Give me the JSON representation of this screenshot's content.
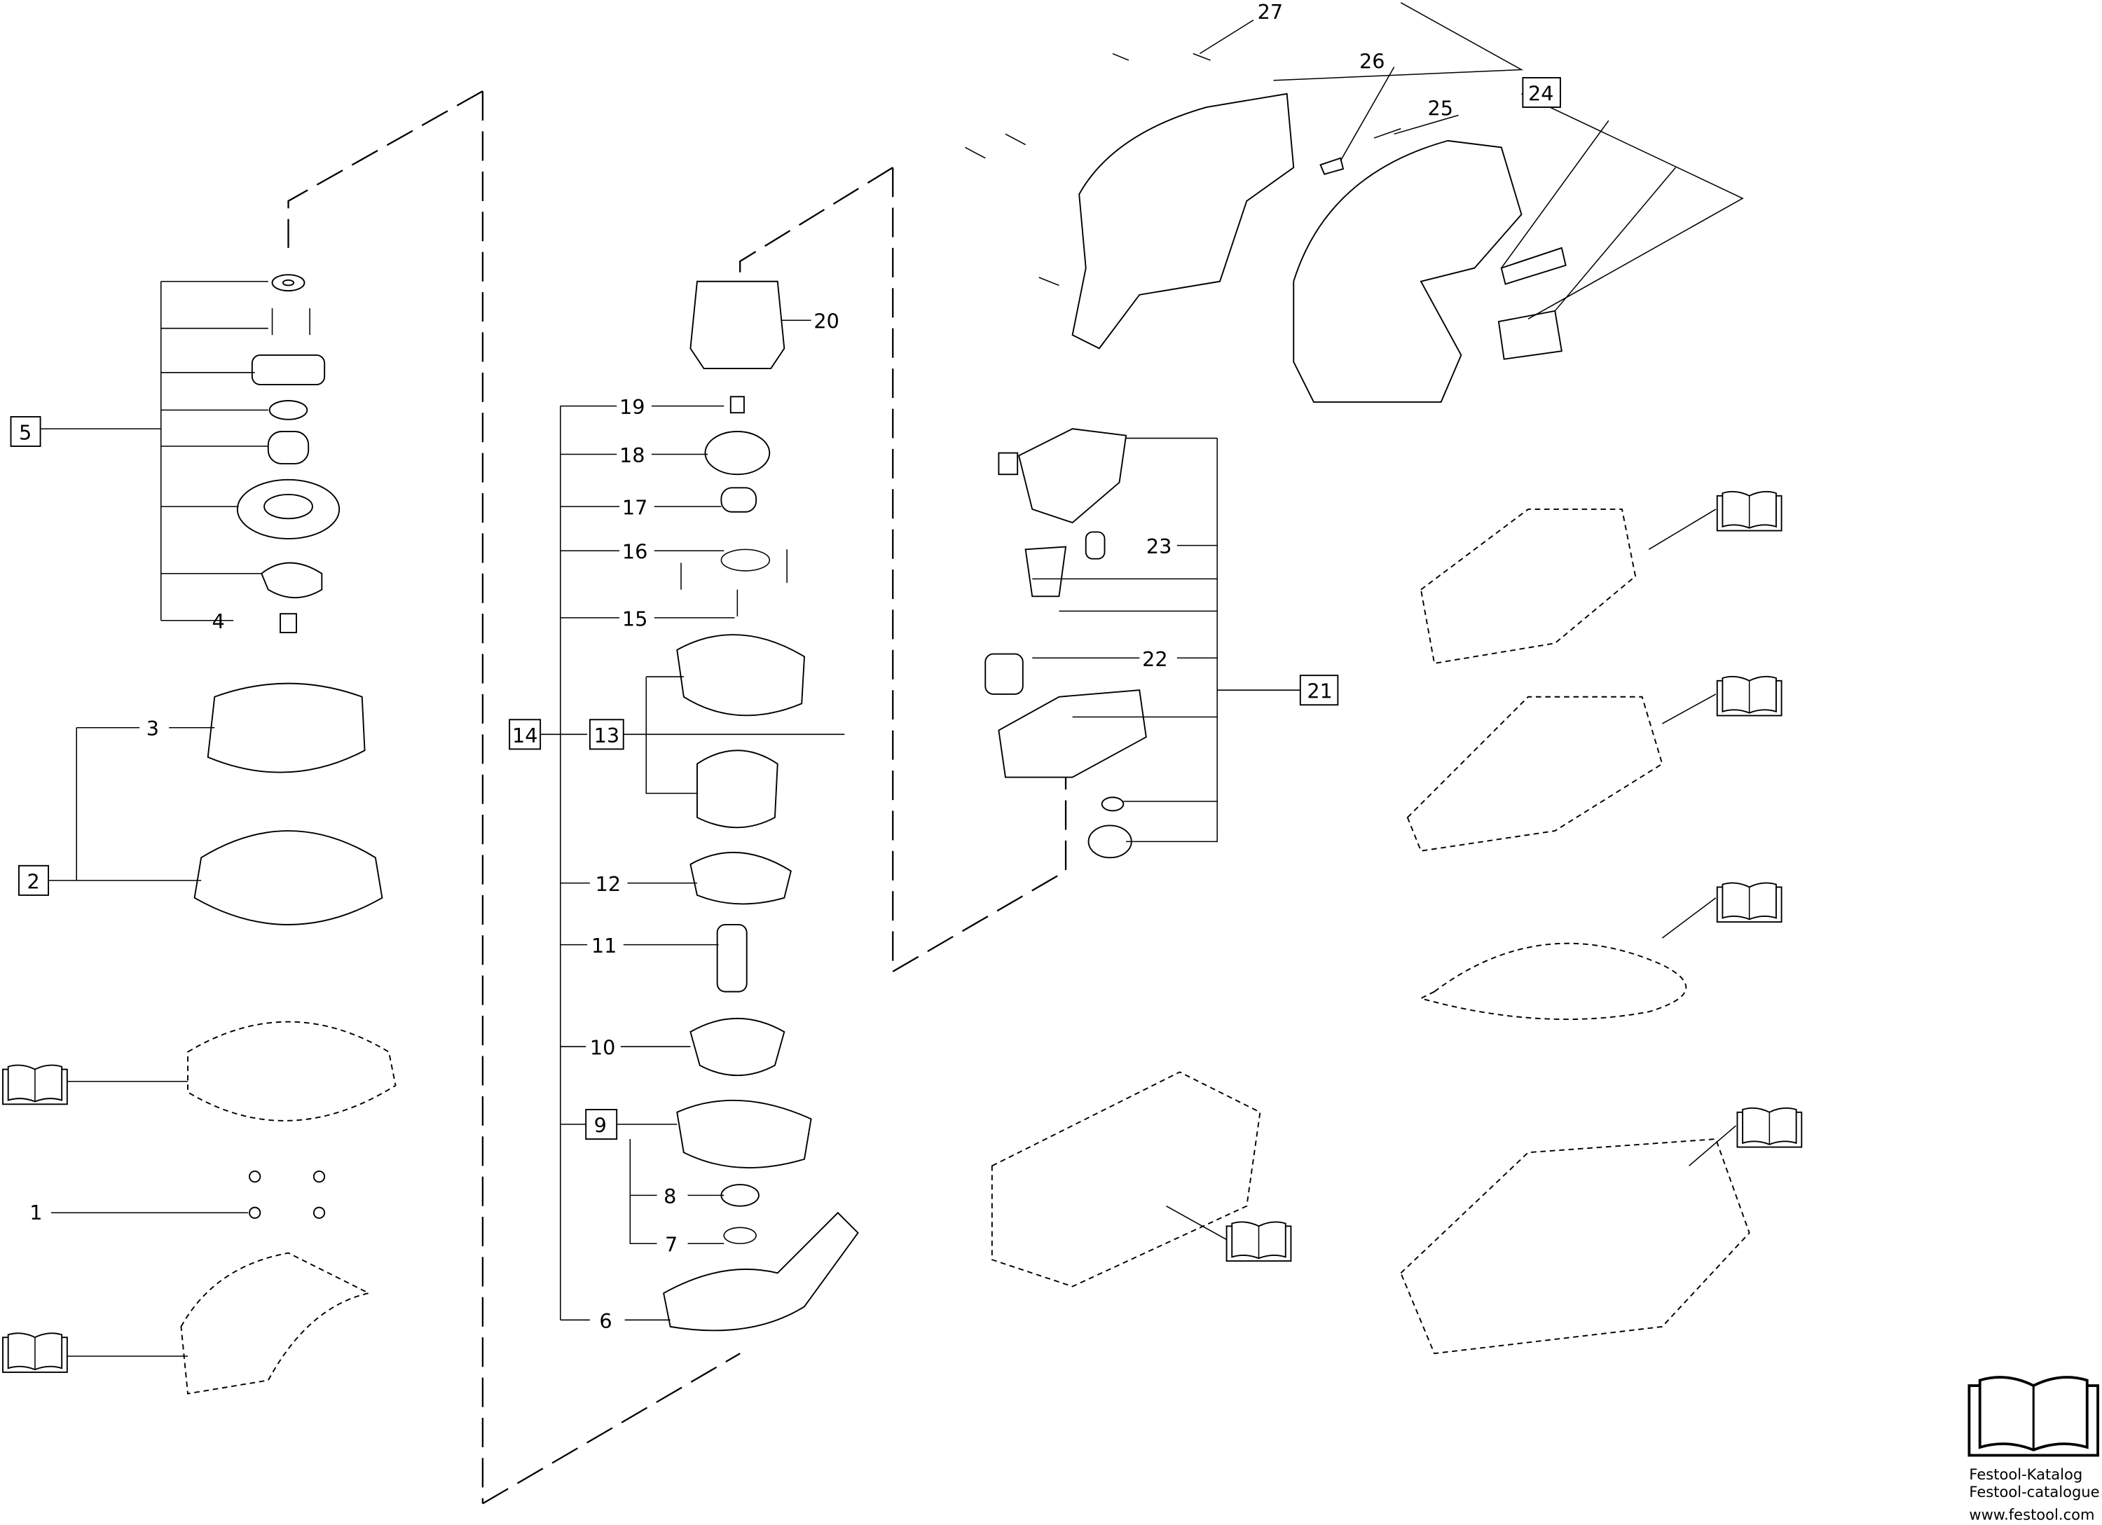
{
  "callouts": {
    "c1": "1",
    "c2": "2",
    "c3": "3",
    "c4": "4",
    "c5": "5",
    "c6": "6",
    "c7": "7",
    "c8": "8",
    "c9": "9",
    "c10": "10",
    "c11": "11",
    "c12": "12",
    "c13": "13",
    "c14": "14",
    "c15": "15",
    "c16": "16",
    "c17": "17",
    "c18": "18",
    "c19": "19",
    "c20": "20",
    "c21": "21",
    "c22": "22",
    "c23": "23",
    "c24": "24",
    "c25": "25",
    "c26": "26",
    "c27": "27"
  },
  "catalog": {
    "line1": "Festool-Katalog",
    "line2": "Festool-catalogue",
    "url": "www.festool.com"
  }
}
